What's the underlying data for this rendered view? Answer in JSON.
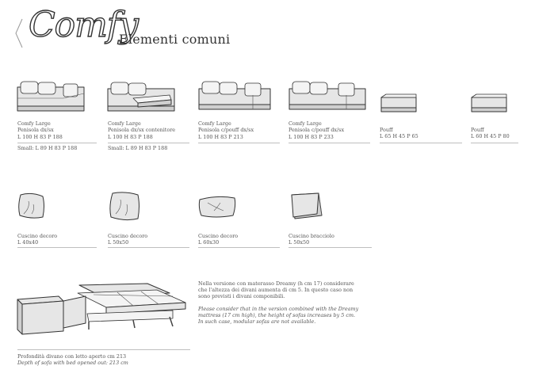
{
  "header": {
    "logo_text": "Comfy",
    "subtitle": "Elementi comuni"
  },
  "row1": [
    {
      "name": "Comfy Large",
      "lines": [
        "Penisola dx/sx",
        "L 100 H 83 P 188"
      ],
      "small": "Small: L 89 H 83 P 188"
    },
    {
      "name": "Comfy Large",
      "lines": [
        "Penisola dx/sx contenitore",
        "L 100 H 83 P 188"
      ],
      "small": "Small: L 89 H 83 P 188"
    },
    {
      "name": "Comfy Large",
      "lines": [
        "Penisola c/pouff dx/sx",
        "L 100 H 83 P 213"
      ]
    },
    {
      "name": "Comfy Large",
      "lines": [
        "Penisola c/pouff dx/sx",
        "L 100 H 83 P 233"
      ]
    },
    {
      "name": "Pouff",
      "lines": [
        "L 65 H 45 P 65"
      ]
    },
    {
      "name": "Pouff",
      "lines": [
        "L 60 H 45 P 80"
      ]
    }
  ],
  "row2": [
    {
      "name": "Cuscino decoro",
      "size": "L 40x40"
    },
    {
      "name": "Cuscino decoro",
      "size": "L 50x50"
    },
    {
      "name": "Cuscino decoro",
      "size": "L 60x30"
    },
    {
      "name": "Cuscino bracciolo",
      "size": "L 50x50"
    }
  ],
  "bed": {
    "note_it": "Nella versione con materasso Dreamy (h cm 17) considerare che l'altezza dei divani aumenta di cm 5. In questo caso non sono previsti i divani componibili.",
    "note_en": "Please consider that in the version combined with the Dreamy mattress (17 cm high), the height of sofas increases by 5 cm. In such case, modular sofas are not available.",
    "depth_it": "Profondità divano con letto aperto cm 213",
    "depth_en": "Depth of sofa with bed opened out: 213 cm"
  }
}
